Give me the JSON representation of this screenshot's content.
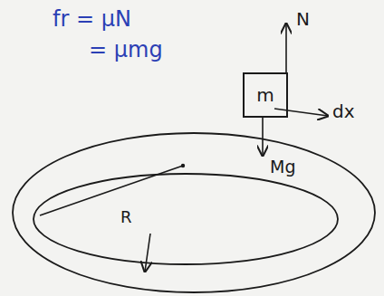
{
  "diagram": {
    "nodes": [
      {
        "text": [
          "m"
        ]
      }
    ],
    "labels": [
      "fr = μN",
      "= μmg",
      "N",
      "Mg",
      "dx",
      "R"
    ]
  }
}
